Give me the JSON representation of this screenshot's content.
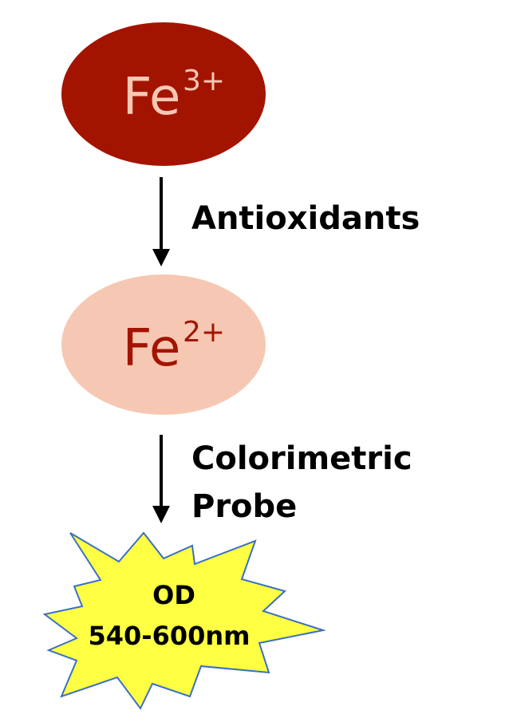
{
  "colors": {
    "fe3_fill": "#a31400",
    "fe3_text": "#f6c8b4",
    "fe2_fill": "#f6c8b4",
    "fe2_text": "#a31400",
    "arrow": "#000000",
    "label": "#000000",
    "burst_fill": "#ffff44",
    "burst_stroke": "#3a6fc4",
    "od_text": "#000000"
  },
  "nodes": {
    "fe3": {
      "symbol": "Fe",
      "charge": "3+"
    },
    "fe2": {
      "symbol": "Fe",
      "charge": "2+"
    },
    "result": {
      "line1": "OD",
      "line2": "540-600nm"
    }
  },
  "steps": {
    "reduction": {
      "label": "Antioxidants"
    },
    "detection": {
      "line1": "Colorimetric",
      "line2": "Probe"
    }
  }
}
